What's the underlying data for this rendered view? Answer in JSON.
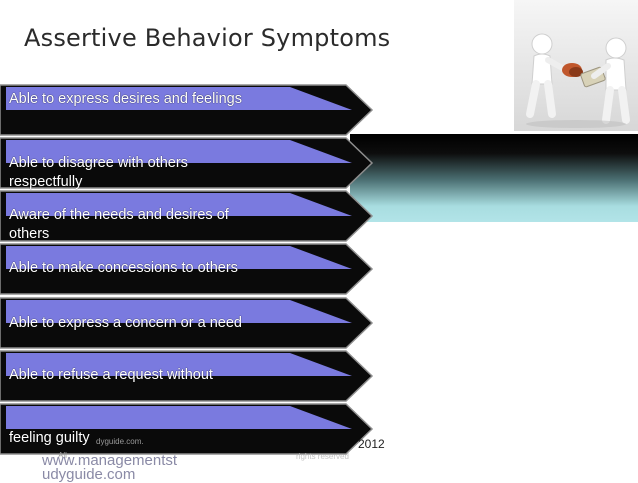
{
  "slide": {
    "title": "Assertive Behavior Symptoms"
  },
  "items": [
    {
      "label": "Able to express desires and feelings"
    },
    {
      "label": "Able to disagree with others respectfully"
    },
    {
      "label": "Aware of the needs and desires of others"
    },
    {
      "label": "Able to make concessions to others"
    },
    {
      "label": "Able to express a concern or a need"
    },
    {
      "label": "Able to refuse a request without"
    },
    {
      "label": "feeling guilty"
    }
  ],
  "footer": {
    "watermark_small": "dyguide.com.",
    "watermark_all": "All",
    "watermark_url_line1": "www.managementst",
    "watermark_url_line2": "udyguide.com",
    "year": "2012",
    "faint_text": "rights reserved"
  },
  "colors": {
    "arrow_fill": "#0a0a0a",
    "arrow_highlight": "#7a7adf",
    "band_top": "#000000",
    "band_bottom": "#b2e4e8"
  },
  "icons": {
    "photo": "people-exchanging-money-icon"
  }
}
